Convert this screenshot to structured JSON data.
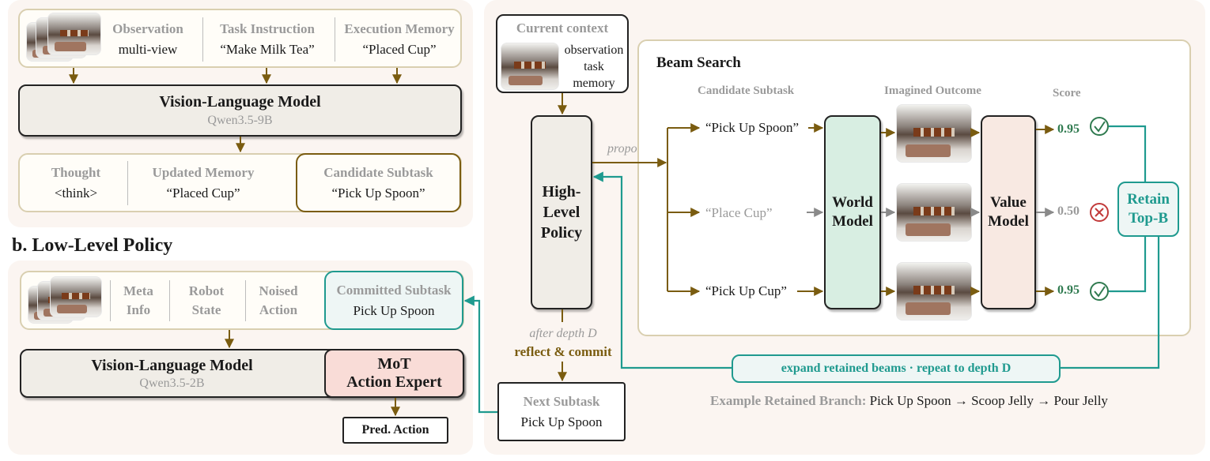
{
  "colors": {
    "olive": "#7a5c10",
    "teal": "#1f9a8f",
    "green": "#2f7a4f",
    "red": "#c23a3a",
    "gray": "#9a9a9a"
  },
  "panel_a": {
    "inputs": {
      "observation_label": "Observation",
      "observation_value": "multi-view",
      "task_label": "Task Instruction",
      "task_value": "“Make Milk Tea”",
      "memory_label": "Execution Memory",
      "memory_value": "“Placed Cup”"
    },
    "vlm": {
      "title": "Vision-Language Model",
      "subtitle": "Qwen3.5-9B"
    },
    "outputs": {
      "thought_label": "Thought",
      "thought_value": "<think>",
      "memory_label": "Updated Memory",
      "memory_value": "“Placed Cup”",
      "subtask_label": "Candidate Subtask",
      "subtask_value": "“Pick Up Spoon”"
    }
  },
  "panel_b": {
    "title": "b. Low-Level Policy",
    "inputs": {
      "meta_l1": "Meta",
      "meta_l2": "Info",
      "robot_l1": "Robot",
      "robot_l2": "State",
      "noise_l1": "Noised",
      "noise_l2": "Action",
      "committed_label": "Committed Subtask",
      "committed_value": "Pick Up Spoon"
    },
    "vlm": {
      "title": "Vision-Language Model",
      "subtitle": "Qwen3.5-2B"
    },
    "expert": {
      "line1": "MoT",
      "line2": "Action Expert"
    },
    "pred": "Pred. Action"
  },
  "middle": {
    "context_title": "Current context",
    "context_items": [
      "observation",
      "task",
      "memory"
    ],
    "policy": [
      "High-",
      "Level",
      "Policy"
    ],
    "propose": "propose",
    "after_depth": "after depth D",
    "reflect": "reflect & commit",
    "next_title": "Next Subtask",
    "next_value": "Pick Up Spoon"
  },
  "beam": {
    "title": "Beam Search",
    "headers": {
      "candidate": "Candidate Subtask",
      "outcome": "Imagined Outcome",
      "score": "Score"
    },
    "candidates": [
      "“Pick Up Spoon”",
      "“Place Cup”",
      "“Pick Up Cup”"
    ],
    "scores": [
      "0.95",
      "0.50",
      "0.95"
    ],
    "status_icons": [
      "check-icon",
      "cross-icon",
      "check-icon"
    ],
    "world_model": [
      "World",
      "Model"
    ],
    "value_model": [
      "Value",
      "Model"
    ],
    "retain": [
      "Retain",
      "Top-B"
    ],
    "expand": "expand retained beams · repeat to depth D",
    "example_label": "Example Retained Branch:",
    "example_value": "Pick Up Spoon → Scoop Jelly → Pour Jelly"
  }
}
